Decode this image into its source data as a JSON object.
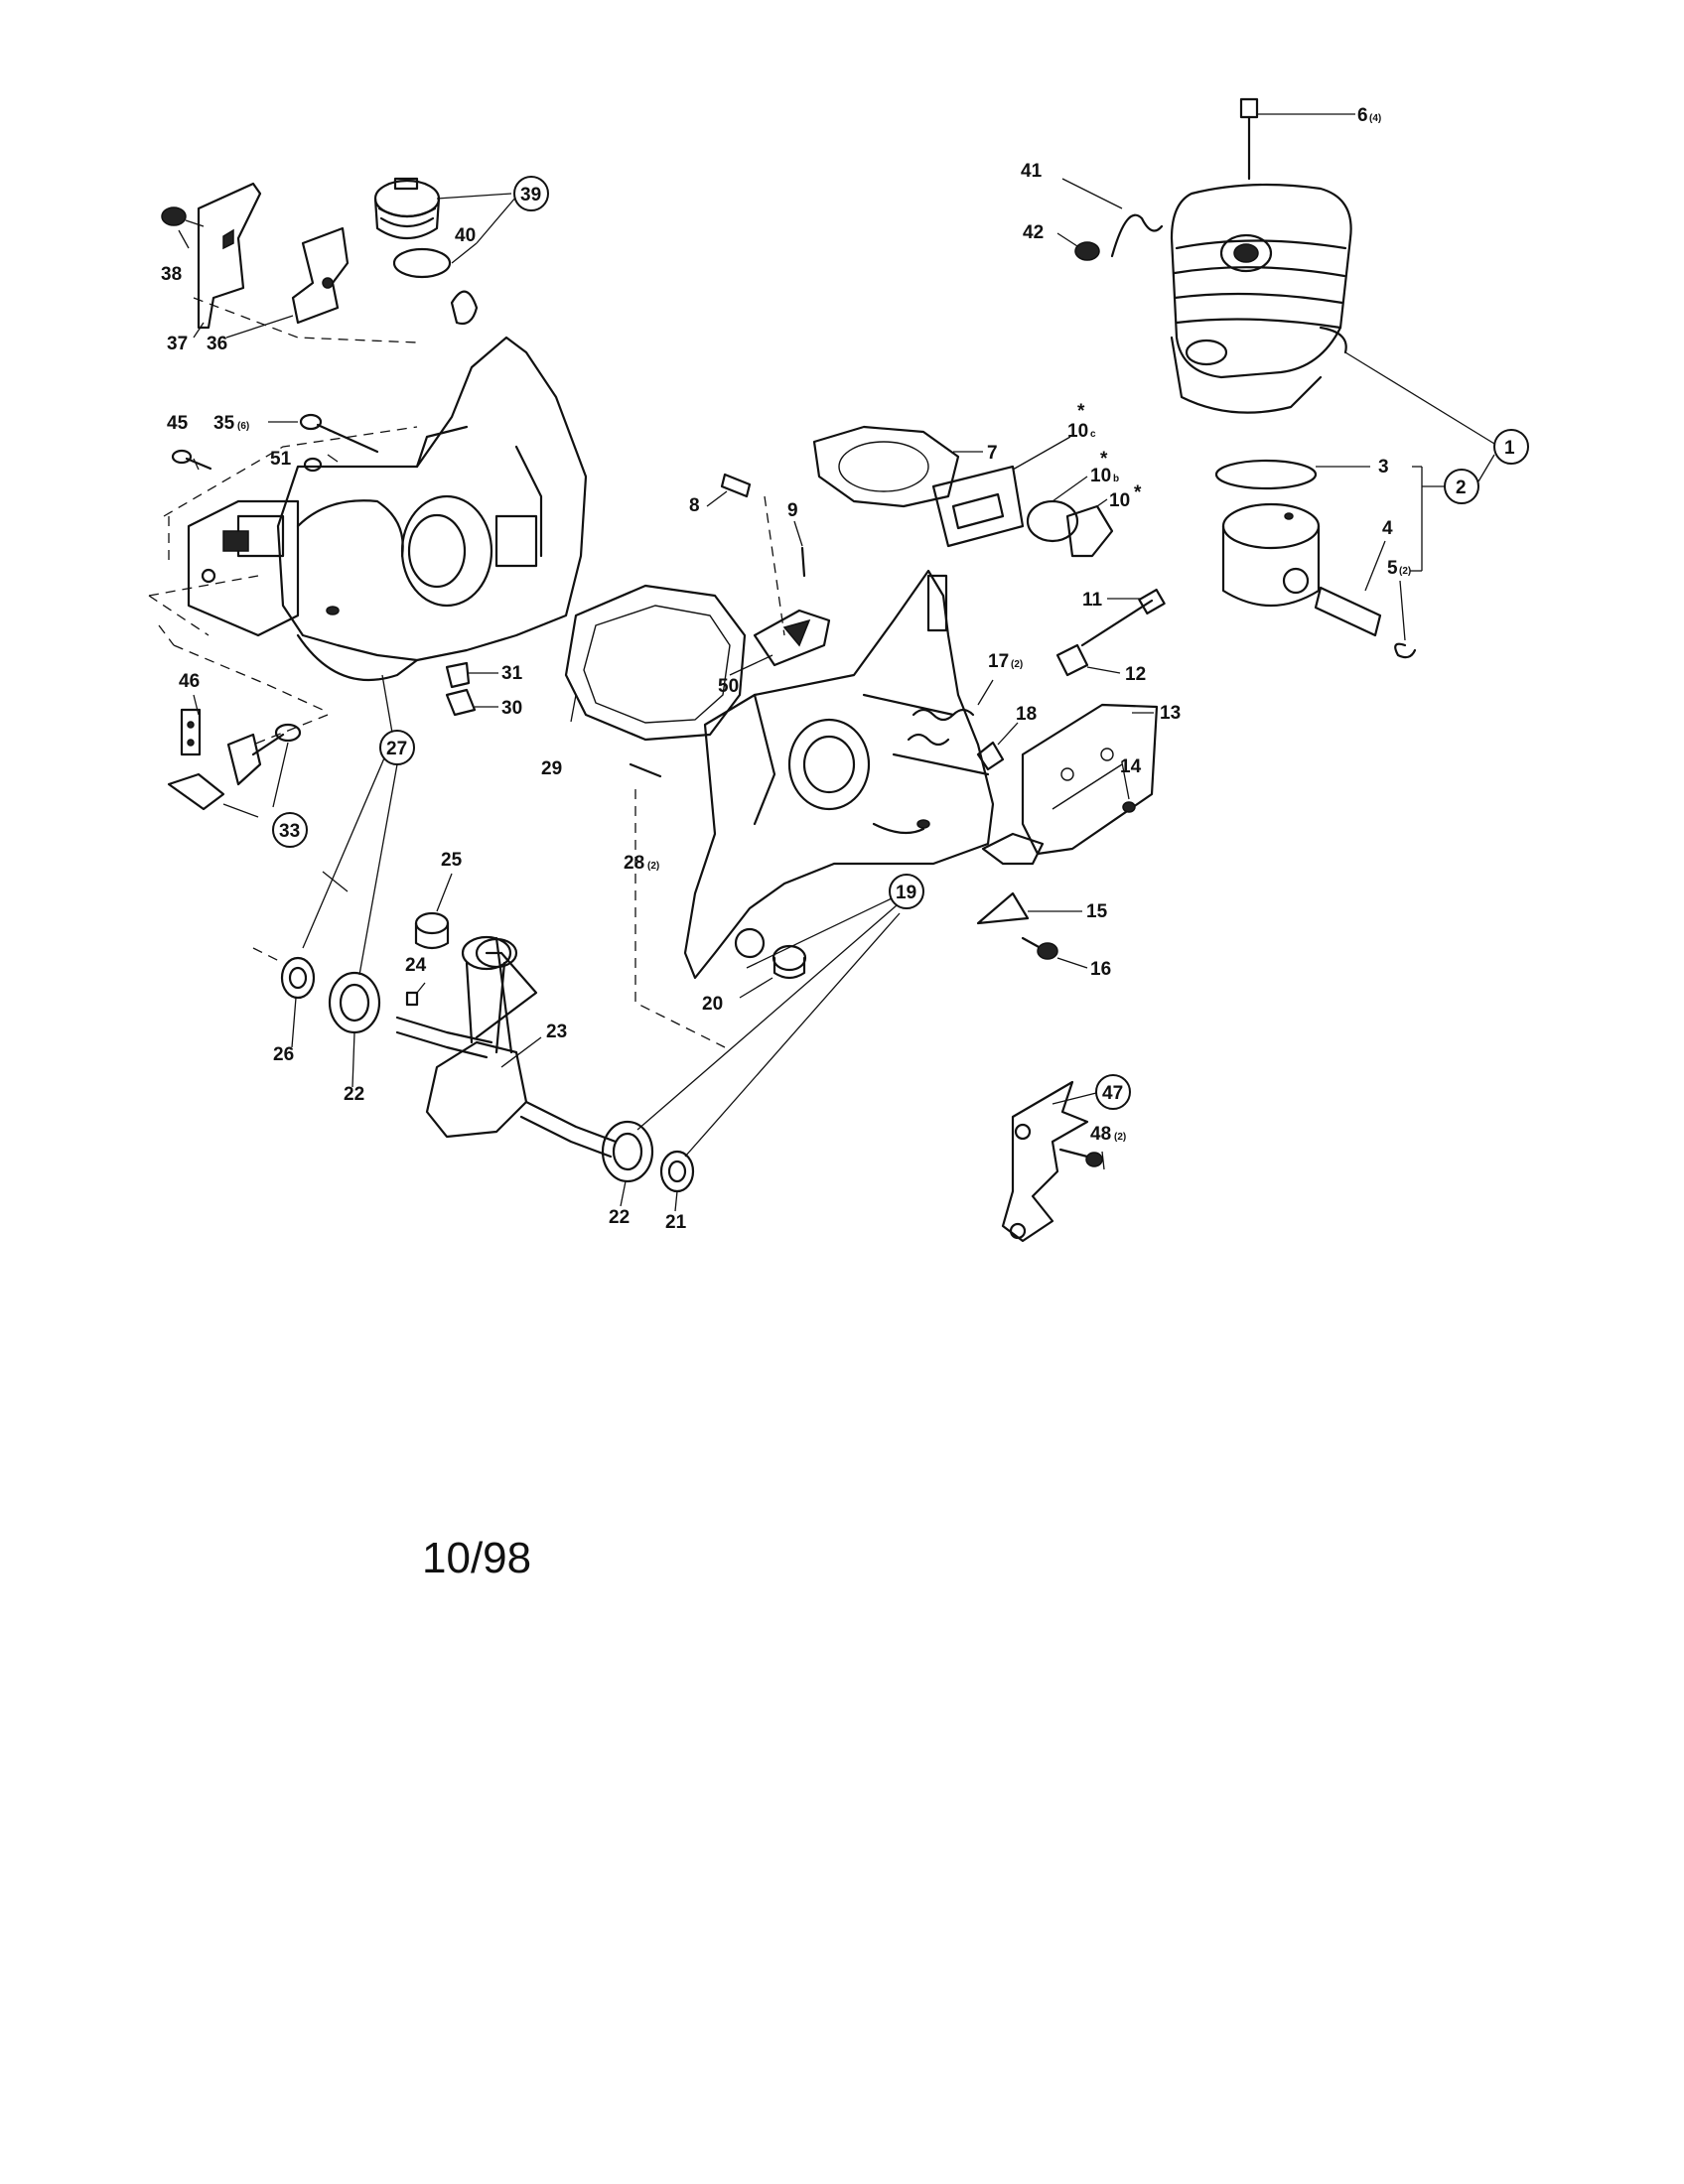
{
  "diagram": {
    "date": "10/98",
    "labels": {
      "l1": "1",
      "l2": "2",
      "l3": "3",
      "l4": "4",
      "l5": "5",
      "l5q": "(2)",
      "l6": "6",
      "l6q": "(4)",
      "l7": "7",
      "l8": "8",
      "l9": "9",
      "l10": "10",
      "l10b": "10",
      "l10bs": "b",
      "l10c": "10",
      "l10cs": "c",
      "star": "*",
      "l11": "11",
      "l12": "12",
      "l13": "13",
      "l14": "14",
      "l15": "15",
      "l16": "16",
      "l17": "17",
      "l17q": "(2)",
      "l18": "18",
      "l19": "19",
      "l20": "20",
      "l21": "21",
      "l22a": "22",
      "l22b": "22",
      "l23": "23",
      "l24": "24",
      "l25": "25",
      "l26": "26",
      "l27": "27",
      "l28": "28",
      "l28q": "(2)",
      "l29": "29",
      "l30": "30",
      "l31": "31",
      "l33": "33",
      "l35": "35",
      "l35q": "(6)",
      "l36": "36",
      "l37": "37",
      "l38": "38",
      "l39": "39",
      "l40": "40",
      "l41": "41",
      "l42": "42",
      "l45": "45",
      "l46": "46",
      "l47": "47",
      "l48": "48",
      "l48q": "(2)",
      "l50": "50",
      "l51": "51"
    }
  }
}
